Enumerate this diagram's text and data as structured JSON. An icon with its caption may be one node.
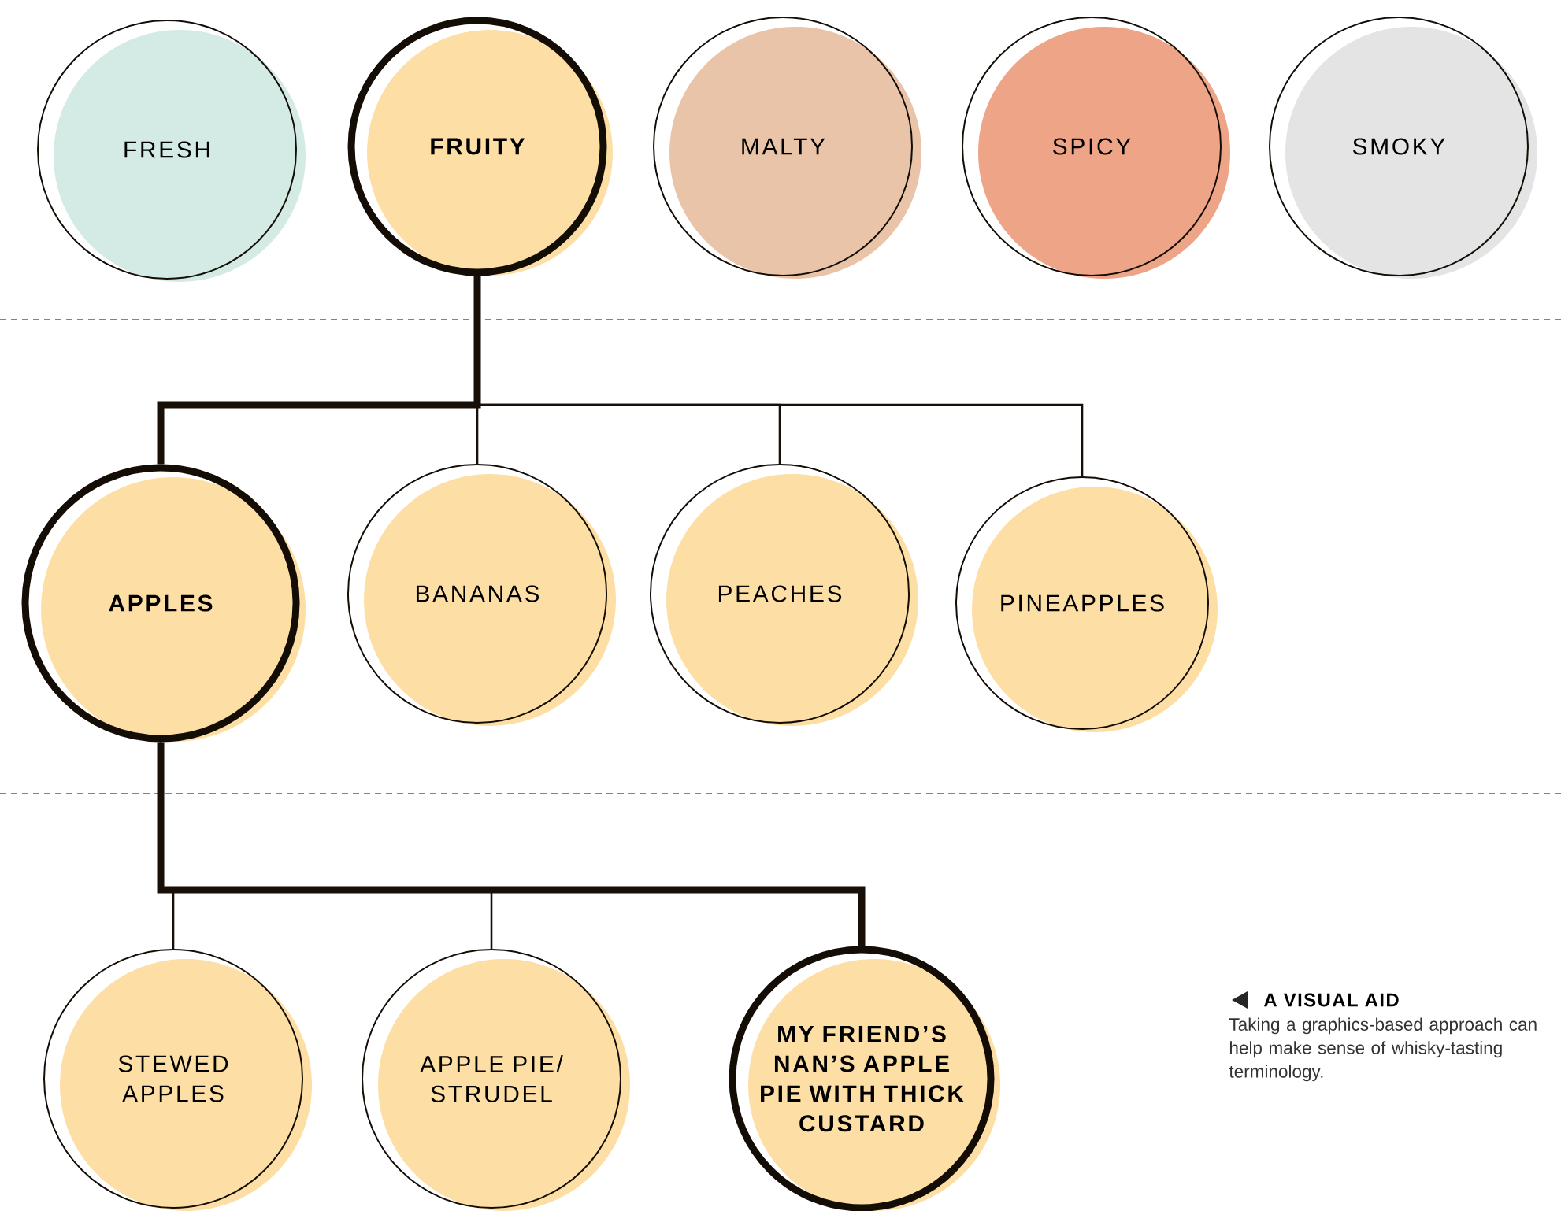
{
  "diagram": {
    "nodes": [
      {
        "text": [
          "FRESH"
        ]
      },
      {
        "text": [
          "FRUITY"
        ]
      },
      {
        "text": [
          "MALTY"
        ]
      },
      {
        "text": [
          "SPICY"
        ]
      },
      {
        "text": [
          "SMOKY"
        ]
      },
      {
        "text": [
          "APPLES"
        ]
      },
      {
        "text": [
          "BANANAS"
        ]
      },
      {
        "text": [
          "PEACHES"
        ]
      },
      {
        "text": [
          "PINEAPPLES"
        ]
      },
      {
        "text": [
          "STEWED APPLES"
        ]
      },
      {
        "text": [
          "APPLE PIE/ STRUDEL"
        ]
      },
      {
        "text": [
          "MY FRIEND’S NAN’S APPLE PIE WITH THICK CUSTARD"
        ]
      }
    ],
    "edges": [
      {
        "from": 1,
        "to": 5,
        "arrow": "none",
        "style": "thick"
      },
      {
        "from": 1,
        "to": 6,
        "arrow": "none"
      },
      {
        "from": 1,
        "to": 7,
        "arrow": "none"
      },
      {
        "from": 1,
        "to": 8,
        "arrow": "none"
      },
      {
        "from": 5,
        "to": 9,
        "arrow": "none"
      },
      {
        "from": 5,
        "to": 10,
        "arrow": "none"
      },
      {
        "from": 5,
        "to": 11,
        "arrow": "none",
        "style": "thick"
      }
    ],
    "labels": [
      "A VISUAL AID",
      "Taking a graphics-based approach can help make sense of whisky-tasting terminology."
    ]
  }
}
